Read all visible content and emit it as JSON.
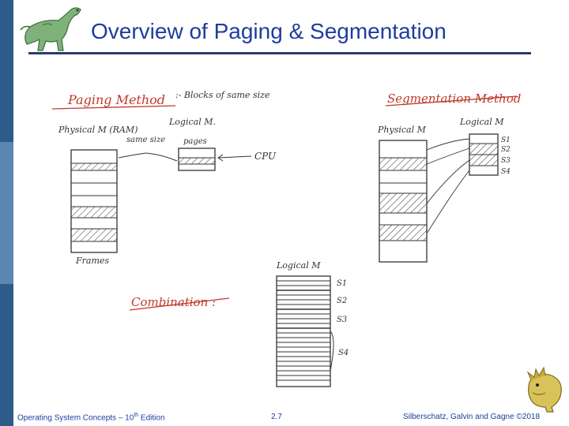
{
  "slide": {
    "title": "Overview of Paging & Segmentation",
    "accent": "#1f3c9e",
    "sidebar_color": "#2e5c8a"
  },
  "sketch": {
    "paging_heading": "Paging Method",
    "paging_note": ":- Blocks of same size",
    "physical_label": "Physical M (RAM)",
    "logical_label": "Logical M.",
    "same_size": "same size",
    "pages_label": "pages",
    "cpu_label": "CPU",
    "frames_label": "Frames",
    "segmentation_heading": "Segmentation Method",
    "seg_physical": "Physical M",
    "seg_logical": "Logical M",
    "seg_segments": [
      "S1",
      "S2",
      "S3",
      "S4"
    ],
    "combination_label": "Combination :",
    "combo_logical": "Logical M",
    "combo_segments": [
      "S1",
      "S2",
      "S3",
      "S4"
    ]
  },
  "footer": {
    "left": "Operating System Concepts – 10",
    "left_sup": "th",
    "left_tail": " Edition",
    "center": "2.7",
    "right": "Silberschatz, Galvin and Gagne ©2018"
  }
}
